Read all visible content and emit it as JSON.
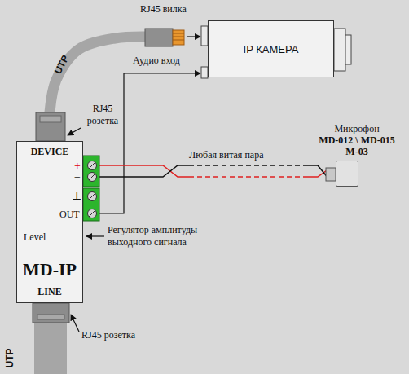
{
  "diagram": {
    "nodes": [
      {
        "text": [
          "DEVICE",
          "+",
          "−",
          "⊥",
          "OUT",
          "Level",
          "MD-IP",
          "LINE"
        ]
      },
      {
        "text": [
          "IP КАМЕРА"
        ]
      },
      {
        "text": [
          "Микрофон",
          "MD-012 \\ MD-015",
          "M-03"
        ]
      }
    ],
    "edges": [
      {
        "from": 0,
        "to": 1,
        "arrow": "to",
        "label": "UTP"
      },
      {
        "from": 0,
        "to": 1,
        "arrow": "to",
        "label": "Аудио вход"
      },
      {
        "from": 0,
        "to": 2,
        "arrow": "none",
        "label": "Любая витая пара"
      }
    ],
    "labels": [
      "RJ45 вилка",
      "RJ45 розетка",
      "Регулятор амплитуды выходного сигнала",
      "RJ45 розетка",
      "UTP"
    ]
  }
}
